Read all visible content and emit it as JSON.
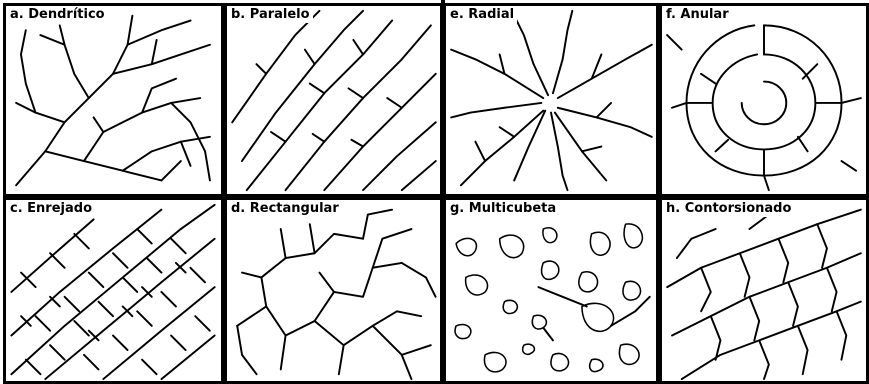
{
  "panels": [
    {
      "id": "a",
      "label": "a. Dendrítico"
    },
    {
      "id": "b",
      "label": "b. Paralelo"
    },
    {
      "id": "c",
      "label": "c. Enrejado"
    },
    {
      "id": "d",
      "label": "d. Rectangular"
    },
    {
      "id": "e",
      "label": "e. Radial"
    },
    {
      "id": "f",
      "label": "f. Anular"
    },
    {
      "id": "g",
      "label": "g. Multicubeta"
    },
    {
      "id": "h",
      "label": "h. Contorsionado"
    }
  ]
}
